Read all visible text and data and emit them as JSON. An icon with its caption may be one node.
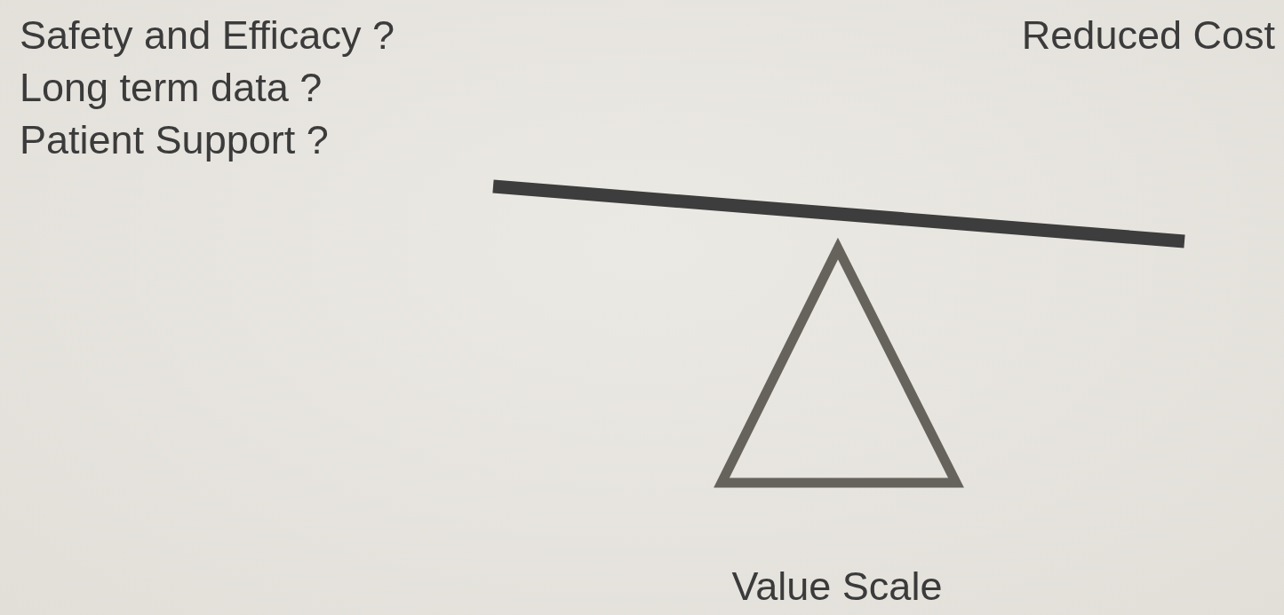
{
  "diagram": {
    "labels": [
      "Safety and Efficacy ?",
      "Long term data ?",
      "Patient Support ?",
      "Reduced Cost",
      "Value Scale"
    ]
  }
}
